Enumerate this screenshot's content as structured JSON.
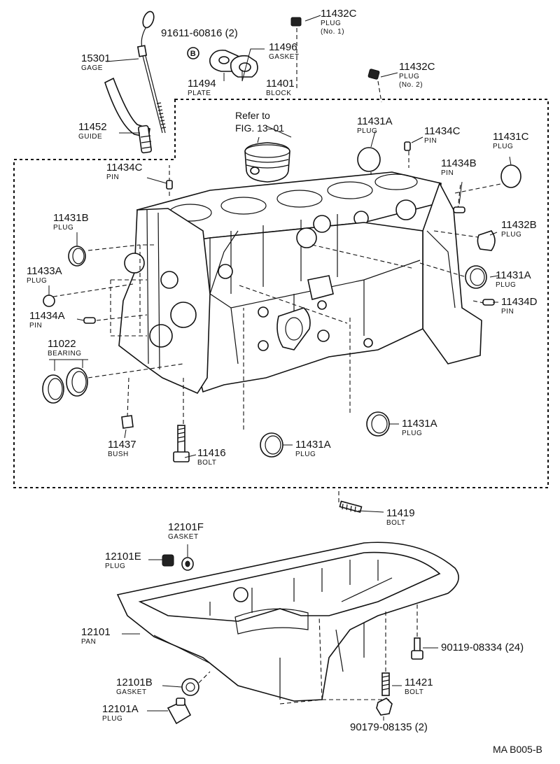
{
  "diagram": {
    "callouts": {
      "c11432c_1": {
        "number": "11432C",
        "name": "PLUG",
        "note": "(No. 1)"
      },
      "c91611": {
        "number": "91611-60816 (2)"
      },
      "c15301": {
        "number": "15301",
        "name": "GAGE"
      },
      "c11496": {
        "number": "11496",
        "name": "GASKET"
      },
      "c11494": {
        "number": "11494",
        "name": "PLATE"
      },
      "c11401": {
        "number": "11401",
        "name": "BLOCK"
      },
      "c11432c_2": {
        "number": "11432C",
        "name": "PLUG",
        "note": "(No. 2)"
      },
      "c11452": {
        "number": "11452",
        "name": "GUIDE"
      },
      "c11431a_top": {
        "number": "11431A",
        "name": "PLUG"
      },
      "c11434c_right": {
        "number": "11434C",
        "name": "PIN"
      },
      "c11431c": {
        "number": "11431C",
        "name": "PLUG"
      },
      "c11434c_left": {
        "number": "11434C",
        "name": "PIN"
      },
      "c11434b": {
        "number": "11434B",
        "name": "PIN"
      },
      "c11431b": {
        "number": "11431B",
        "name": "PLUG"
      },
      "c11432b": {
        "number": "11432B",
        "name": "PLUG"
      },
      "c11433a": {
        "number": "11433A",
        "name": "PLUG"
      },
      "c11431a_right": {
        "number": "11431A",
        "name": "PLUG"
      },
      "c11434a": {
        "number": "11434A",
        "name": "PIN"
      },
      "c11434d": {
        "number": "11434D",
        "name": "PIN"
      },
      "c11022": {
        "number": "11022",
        "name": "BEARING"
      },
      "c11431a_lower": {
        "number": "11431A",
        "name": "PLUG"
      },
      "c11437": {
        "number": "11437",
        "name": "BUSH"
      },
      "c11416": {
        "number": "11416",
        "name": "BOLT"
      },
      "c11431a_bottom": {
        "number": "11431A",
        "name": "PLUG"
      },
      "c11419": {
        "number": "11419",
        "name": "BOLT"
      },
      "c12101f": {
        "number": "12101F",
        "name": "GASKET"
      },
      "c12101e": {
        "number": "12101E",
        "name": "PLUG"
      },
      "c12101": {
        "number": "12101",
        "name": "PAN"
      },
      "c90119": {
        "number": "90119-08334 (24)"
      },
      "c12101b": {
        "number": "12101B",
        "name": "GASKET"
      },
      "c11421": {
        "number": "11421",
        "name": "BOLT"
      },
      "c12101a": {
        "number": "12101A",
        "name": "PLUG"
      },
      "c90179": {
        "number": "90179-08135 (2)"
      }
    },
    "refer_line1": "Refer to",
    "refer_line2": "FIG. 13–01",
    "circle_b": "B",
    "code": "MA  B005-B"
  }
}
